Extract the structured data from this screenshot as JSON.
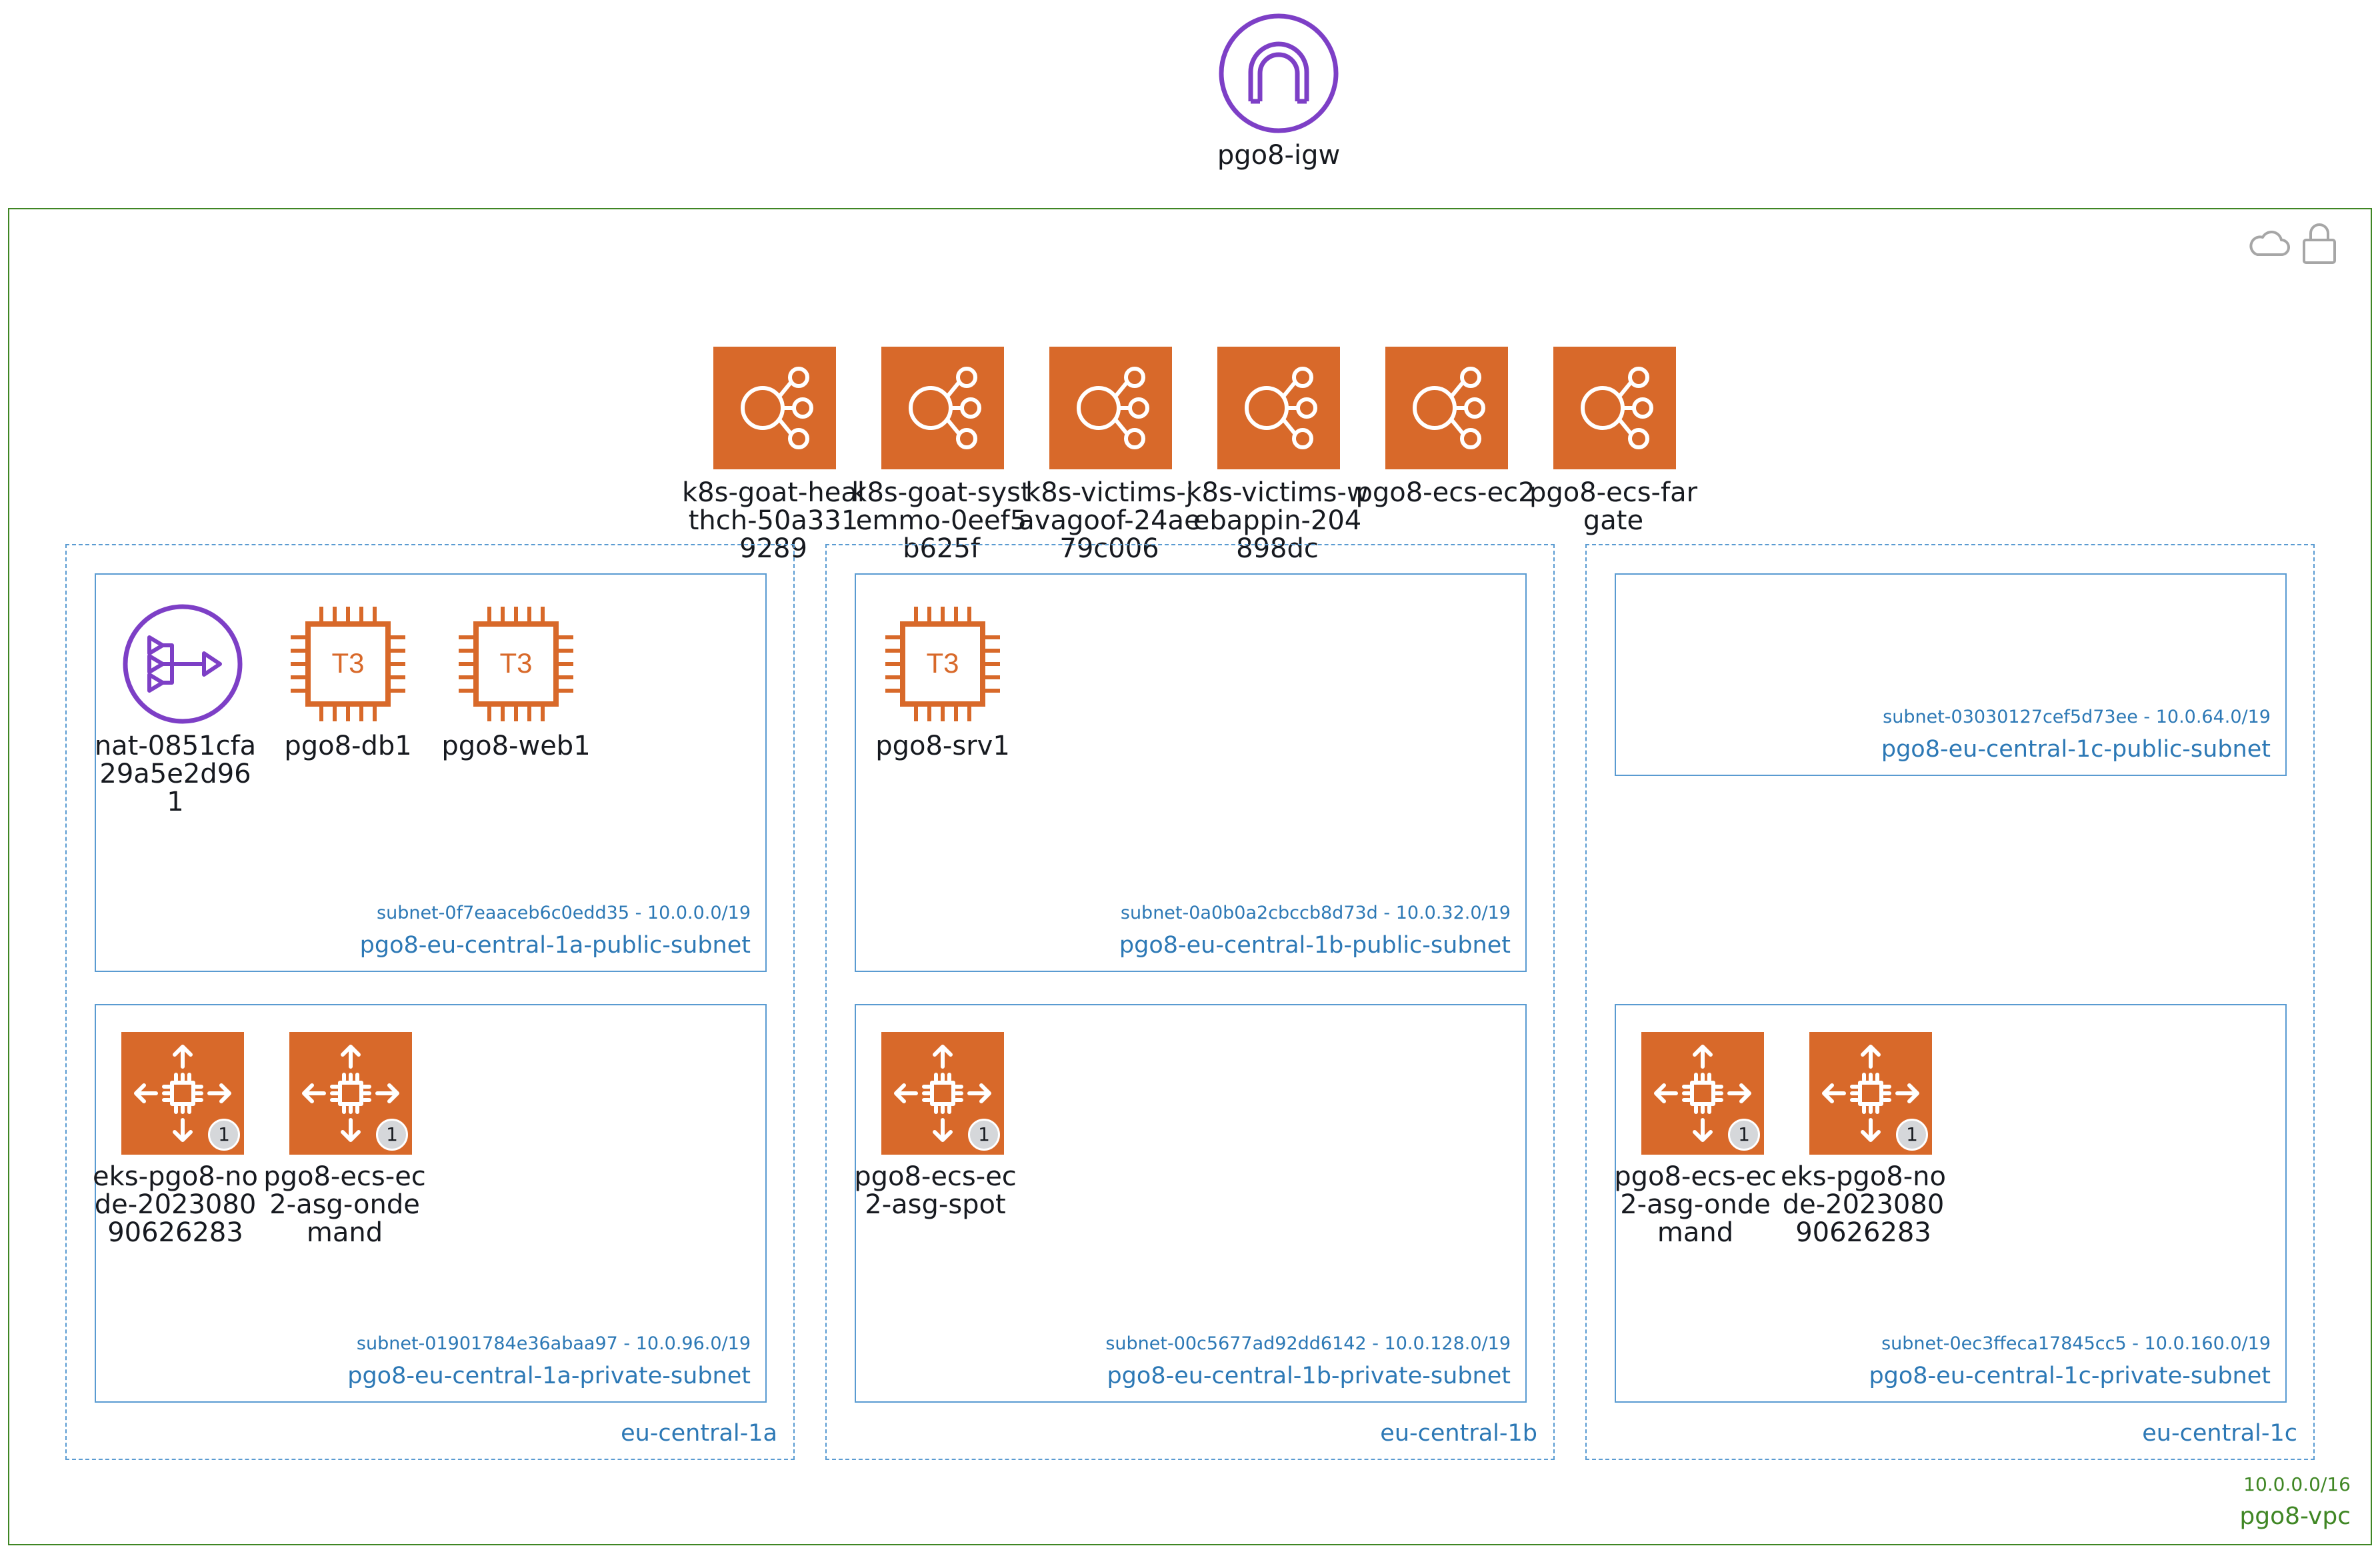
{
  "igw": {
    "label": "pgo8-igw"
  },
  "vpc": {
    "name": "pgo8-vpc",
    "cidr": "10.0.0.0/16"
  },
  "load_balancers": [
    {
      "label": "k8s-goat-healthch-50a3319289"
    },
    {
      "label": "k8s-goat-systemmo-0eef5b625f"
    },
    {
      "label": "k8s-victims-javagoof-24ae79c006"
    },
    {
      "label": "k8s-victims-webappin-204898dc"
    },
    {
      "label": "pgo8-ecs-ec2"
    },
    {
      "label": "pgo8-ecs-fargate"
    }
  ],
  "zones": [
    {
      "name": "eu-central-1a"
    },
    {
      "name": "eu-central-1b"
    },
    {
      "name": "eu-central-1c"
    }
  ],
  "subnets": {
    "a_public": {
      "id": "subnet-0f7eaaceb6c0edd35 - 10.0.0.0/19",
      "name": "pgo8-eu-central-1a-public-subnet"
    },
    "a_private": {
      "id": "subnet-01901784e36abaa97 - 10.0.96.0/19",
      "name": "pgo8-eu-central-1a-private-subnet"
    },
    "b_public": {
      "id": "subnet-0a0b0a2cbccb8d73d - 10.0.32.0/19",
      "name": "pgo8-eu-central-1b-public-subnet"
    },
    "b_private": {
      "id": "subnet-00c5677ad92dd6142 - 10.0.128.0/19",
      "name": "pgo8-eu-central-1b-private-subnet"
    },
    "c_public": {
      "id": "subnet-03030127cef5d73ee - 10.0.64.0/19",
      "name": "pgo8-eu-central-1c-public-subnet"
    },
    "c_private": {
      "id": "subnet-0ec3ffeca17845cc5 - 10.0.160.0/19",
      "name": "pgo8-eu-central-1c-private-subnet"
    }
  },
  "resources": {
    "nat": {
      "label": "nat-0851cfa29a5e2d961"
    },
    "db1": {
      "label": "pgo8-db1",
      "type": "T3"
    },
    "web1": {
      "label": "pgo8-web1",
      "type": "T3"
    },
    "srv1": {
      "label": "pgo8-srv1",
      "type": "T3"
    },
    "asg_a1": {
      "label": "eks-pgo8-node-202308090626283",
      "count": "1"
    },
    "asg_a2": {
      "label": "pgo8-ecs-ec2-asg-ondemand",
      "count": "1"
    },
    "asg_b1": {
      "label": "pgo8-ecs-ec2-asg-spot",
      "count": "1"
    },
    "asg_c1": {
      "label": "pgo8-ecs-ec2-asg-ondemand",
      "count": "1"
    },
    "asg_c2": {
      "label": "eks-pgo8-node-202308090626283",
      "count": "1"
    }
  },
  "colors": {
    "aws_orange": "#d8692a",
    "network_purple": "#7d3fc6",
    "vpc_green": "#3f8624",
    "subnet_blue": "#2c78b5",
    "zone_blue": "#5a9bd1",
    "vpc_corner_gray": "#a6a6a6"
  },
  "icons": {
    "igw": "internet-gateway-icon",
    "elb": "elastic-load-balancer-icon",
    "nat": "nat-gateway-icon",
    "ec2": "ec2-t3-instance-icon",
    "asg": "auto-scaling-group-icon",
    "vpc_corner": "cloud-lock-icon"
  }
}
